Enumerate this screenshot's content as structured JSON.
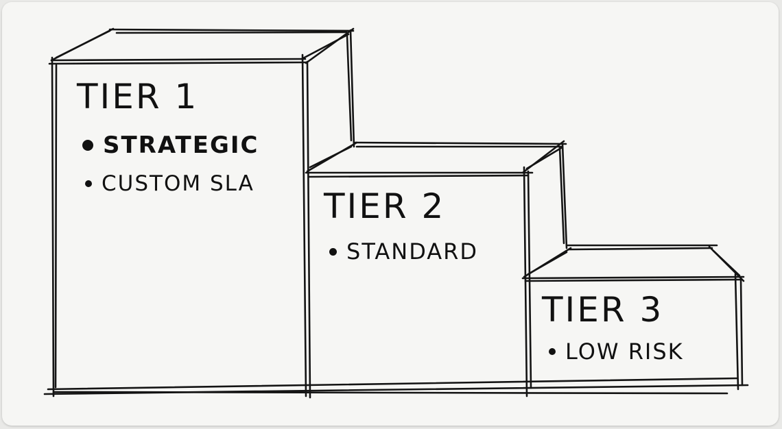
{
  "tiers": [
    {
      "title": "TIER 1",
      "bullets": [
        "STRATEGIC",
        "CUSTOM SLA"
      ]
    },
    {
      "title": "TIER 2",
      "bullets": [
        "STANDARD"
      ]
    },
    {
      "title": "TIER 3",
      "bullets": [
        "LOW RISK"
      ]
    }
  ],
  "colors": {
    "ink": "#141414",
    "paper": "#f6f6f4"
  }
}
